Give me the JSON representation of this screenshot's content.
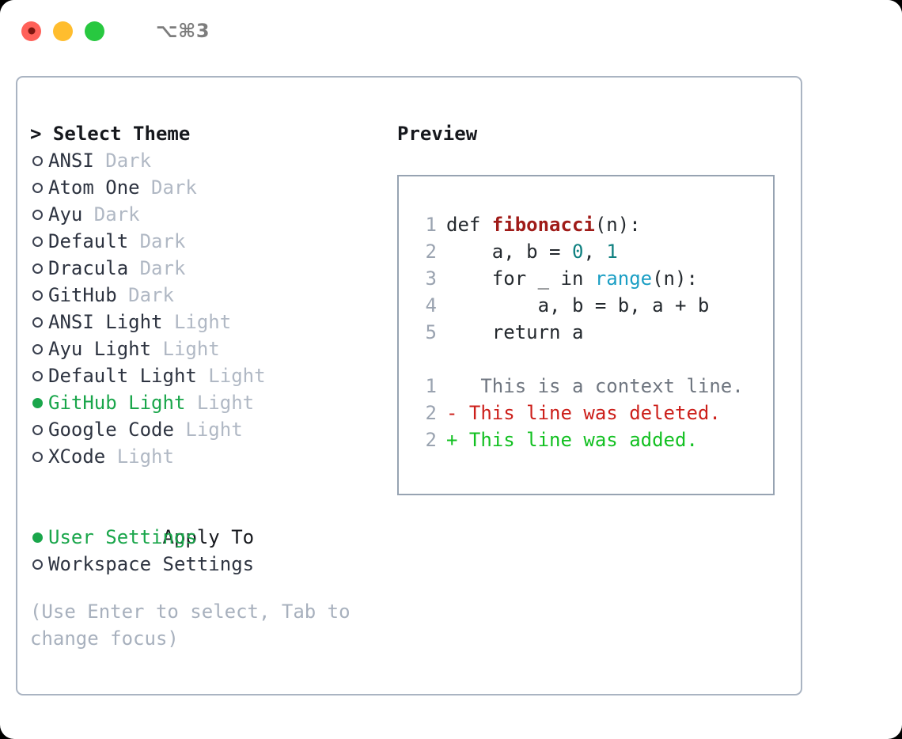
{
  "window": {
    "shortcut_label": "⌥⌘3",
    "traffic_lights": [
      {
        "name": "close-button",
        "color": "#ff6159",
        "style": "record"
      },
      {
        "name": "minimize-button",
        "color": "#ffbd2e",
        "style": "plain"
      },
      {
        "name": "maximize-button",
        "color": "#28c840",
        "style": "plain"
      }
    ]
  },
  "theme_panel": {
    "heading": "> Select Theme",
    "focused": true,
    "options": [
      {
        "name": "ANSI",
        "variant": "Dark",
        "selected": false
      },
      {
        "name": "Atom One",
        "variant": "Dark",
        "selected": false
      },
      {
        "name": "Ayu",
        "variant": "Dark",
        "selected": false
      },
      {
        "name": "Default",
        "variant": "Dark",
        "selected": false
      },
      {
        "name": "Dracula",
        "variant": "Dark",
        "selected": false
      },
      {
        "name": "GitHub",
        "variant": "Dark",
        "selected": false
      },
      {
        "name": "ANSI Light",
        "variant": "Light",
        "selected": false
      },
      {
        "name": "Ayu Light",
        "variant": "Light",
        "selected": false
      },
      {
        "name": "Default Light",
        "variant": "Light",
        "selected": false
      },
      {
        "name": "GitHub Light",
        "variant": "Light",
        "selected": true
      },
      {
        "name": "Google Code",
        "variant": "Light",
        "selected": false
      },
      {
        "name": "XCode",
        "variant": "Light",
        "selected": false
      }
    ]
  },
  "apply_to": {
    "heading": "Apply To",
    "focused": false,
    "options": [
      {
        "name": "User Settings",
        "selected": true
      },
      {
        "name": "Workspace Settings",
        "selected": false
      }
    ]
  },
  "hint": "(Use Enter to select, Tab to change focus)",
  "preview": {
    "title": "Preview",
    "code_lines": [
      {
        "no": "1",
        "segments": [
          {
            "text": "def ",
            "token": "plain"
          },
          {
            "text": "fibonacci",
            "token": "fn"
          },
          {
            "text": "(n):",
            "token": "plain"
          }
        ]
      },
      {
        "no": "2",
        "segments": [
          {
            "text": "    a, b = ",
            "token": "plain"
          },
          {
            "text": "0",
            "token": "num"
          },
          {
            "text": ", ",
            "token": "plain"
          },
          {
            "text": "1",
            "token": "num"
          }
        ]
      },
      {
        "no": "3",
        "segments": [
          {
            "text": "    for _ in ",
            "token": "plain"
          },
          {
            "text": "range",
            "token": "call"
          },
          {
            "text": "(n):",
            "token": "plain"
          }
        ]
      },
      {
        "no": "4",
        "segments": [
          {
            "text": "        a, b = b, a + b",
            "token": "plain"
          }
        ]
      },
      {
        "no": "5",
        "segments": [
          {
            "text": "    return a",
            "token": "plain"
          }
        ]
      }
    ],
    "diff_lines": [
      {
        "no": "1",
        "marker": " ",
        "text": "  This is a context line.",
        "kind": "context"
      },
      {
        "no": "2",
        "marker": "-",
        "text": " This line was deleted.",
        "kind": "deleted"
      },
      {
        "no": "2",
        "marker": "+",
        "text": " This line was added.",
        "kind": "added"
      }
    ]
  },
  "colors": {
    "accent_green": "#1aa64b",
    "diff_added": "#12c021",
    "diff_deleted": "#cc1f1a",
    "panel_border": "#aab4c2",
    "preview_border": "#97a3b2",
    "muted_text": "#b0b8c4"
  }
}
